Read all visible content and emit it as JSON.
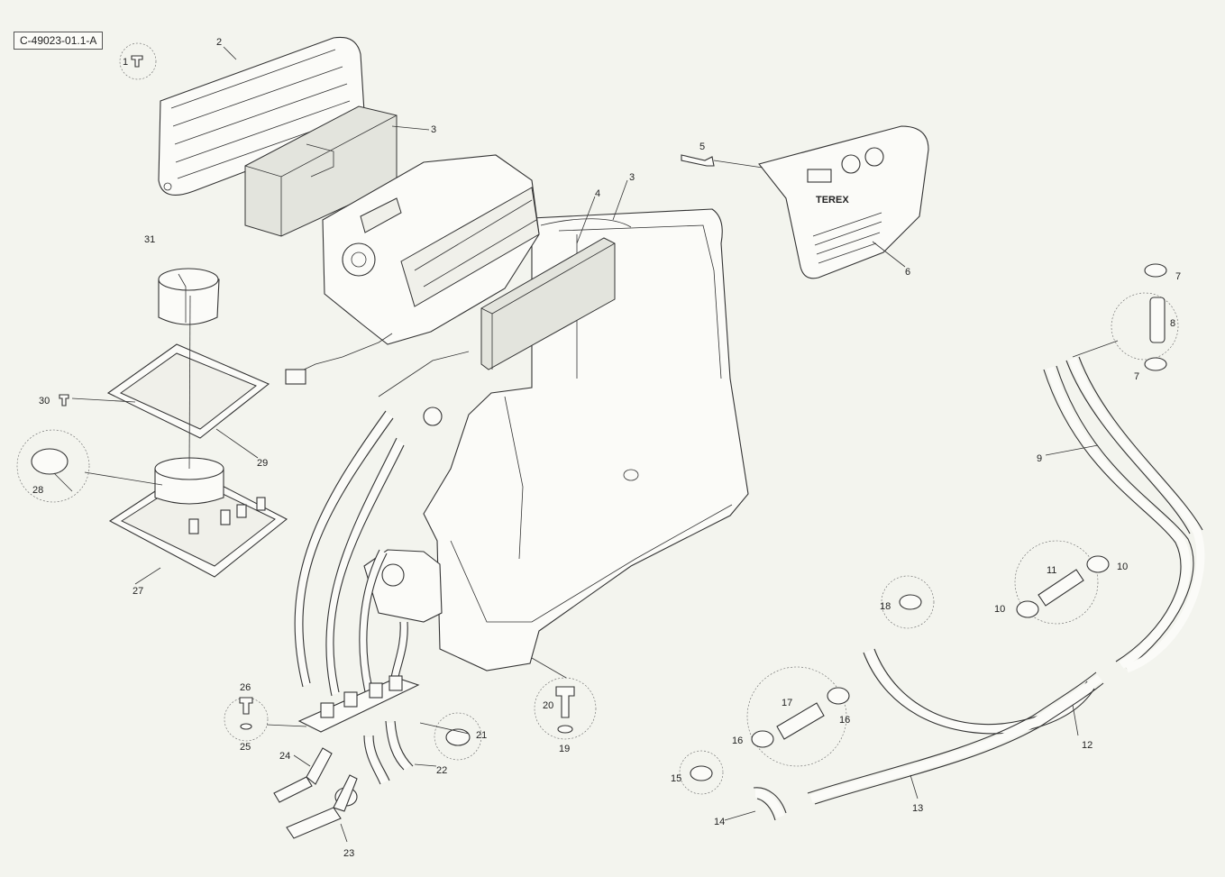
{
  "drawing_code": "C-49023-01.1-A",
  "panel_brand": "TEREX",
  "callouts": [
    "1",
    "2",
    "3",
    "3",
    "4",
    "5",
    "6",
    "7",
    "7",
    "8",
    "9",
    "10",
    "10",
    "11",
    "12",
    "13",
    "14",
    "15",
    "16",
    "16",
    "17",
    "18",
    "19",
    "20",
    "21",
    "22",
    "23",
    "24",
    "25",
    "26",
    "27",
    "28",
    "29",
    "30",
    "31"
  ]
}
